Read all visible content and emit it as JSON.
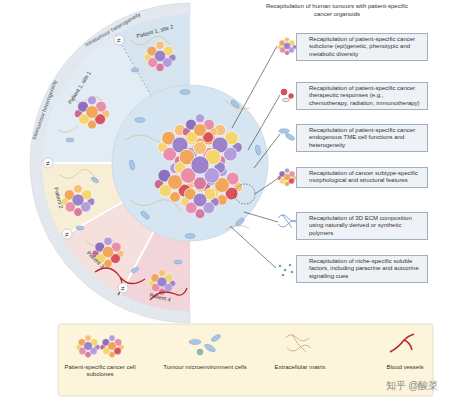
{
  "diagram": {
    "title": "Recapitulation of human tumours with patient-specific cancer organoids",
    "nodes": [
      {
        "text": [
          "Recapitulation of patient-specific cancer subclone (epi)genetic, phenotypic and metabolic diversity"
        ]
      },
      {
        "text": [
          "Recapitulation of patient-specific cancer therapeutic responses (e.g., chemotherapy, radiation, immunotherapy)"
        ]
      },
      {
        "text": [
          "Recapitulation of patient-specific cancer endogenous TME cell functions and heterogeneity"
        ]
      },
      {
        "text": [
          "Recapitulation of cancer subtype-specific morphological and structural features"
        ]
      },
      {
        "text": [
          "Recapitulation of 3D ECM composition using naturally derived or synthetic polymers"
        ]
      },
      {
        "text": [
          "Recapitulation of niche-specific soluble factors, including paracrine and autocrine signalling cues"
        ]
      }
    ],
    "labels": [
      "Intratumour heterogeneity",
      "Intertumour heterogeneity",
      "Patient 1, site 1",
      "Patient 1, site 2",
      "Patient 2",
      "Patient 3",
      "Patient 4",
      "≠",
      "≠",
      "≠",
      "≠",
      "知乎 @酸菜"
    ],
    "legend": [
      {
        "text": "Patient-specific cancer cell subclones"
      },
      {
        "text": "Tumour microenvironment cells"
      },
      {
        "text": "Extracellular matrix"
      },
      {
        "text": "Blood vessels"
      }
    ]
  }
}
